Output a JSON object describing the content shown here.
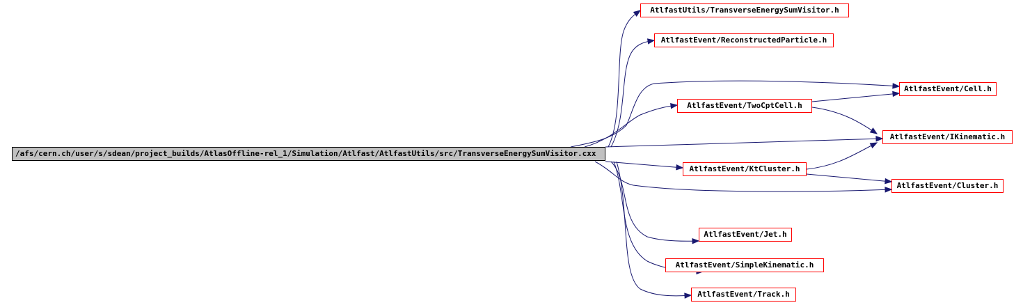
{
  "graph": {
    "root": {
      "id": "root",
      "label": "/afs/cern.ch/user/s/sdean/project_builds/AtlasOffline-rel_1/Simulation/Atlfast/AtlfastUtils/src/TransverseEnergySumVisitor.cxx"
    },
    "nodes": [
      {
        "id": "n1",
        "label": "AtlfastUtils/TransverseEnergySumVisitor.h"
      },
      {
        "id": "n2",
        "label": "AtlfastEvent/ReconstructedParticle.h"
      },
      {
        "id": "n3",
        "label": "AtlfastEvent/Cell.h"
      },
      {
        "id": "n4",
        "label": "AtlfastEvent/TwoCptCell.h"
      },
      {
        "id": "n5",
        "label": "AtlfastEvent/IKinematic.h"
      },
      {
        "id": "n6",
        "label": "AtlfastEvent/KtCluster.h"
      },
      {
        "id": "n7",
        "label": "AtlfastEvent/Cluster.h"
      },
      {
        "id": "n8",
        "label": "AtlfastEvent/Jet.h"
      },
      {
        "id": "n9",
        "label": "AtlfastEvent/SimpleKinematic.h"
      },
      {
        "id": "n10",
        "label": "AtlfastEvent/Track.h"
      }
    ],
    "edges": [
      {
        "from": "root",
        "to": "n1"
      },
      {
        "from": "root",
        "to": "n2"
      },
      {
        "from": "root",
        "to": "n3"
      },
      {
        "from": "root",
        "to": "n4"
      },
      {
        "from": "root",
        "to": "n5"
      },
      {
        "from": "root",
        "to": "n6"
      },
      {
        "from": "root",
        "to": "n7"
      },
      {
        "from": "root",
        "to": "n8"
      },
      {
        "from": "root",
        "to": "n9"
      },
      {
        "from": "root",
        "to": "n10"
      },
      {
        "from": "n4",
        "to": "n3"
      },
      {
        "from": "n4",
        "to": "n5"
      },
      {
        "from": "n6",
        "to": "n5"
      },
      {
        "from": "n6",
        "to": "n7"
      }
    ],
    "colors": {
      "edge": "#191970",
      "node_border": "#ff0000",
      "root_fill": "#c0c0c0"
    }
  }
}
